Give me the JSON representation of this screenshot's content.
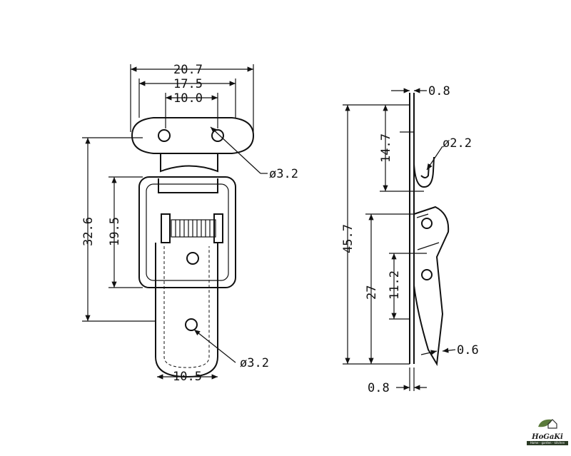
{
  "drawing": {
    "front_view": {
      "overall_width": "20.7",
      "plate_width": "17.5",
      "hole_spacing": "10.0",
      "total_height": "32.6",
      "frame_height": "19.5",
      "hook_width": "10.5",
      "plate_hole_dia": "ø3.2",
      "hook_hole_dia": "ø3.2"
    },
    "side_view": {
      "top_thickness": "0.8",
      "hook_height": "14.7",
      "hook_dia": "ø2.2",
      "overall_height": "45.7",
      "body_height": "27",
      "hole_spacing": "11.2",
      "tip_thickness": "0.6",
      "base_thickness": "0.8"
    }
  },
  "logo": {
    "name": "HoGaKi",
    "tagline": "Home - garden - kitchen",
    "color": "#2b3b26"
  }
}
